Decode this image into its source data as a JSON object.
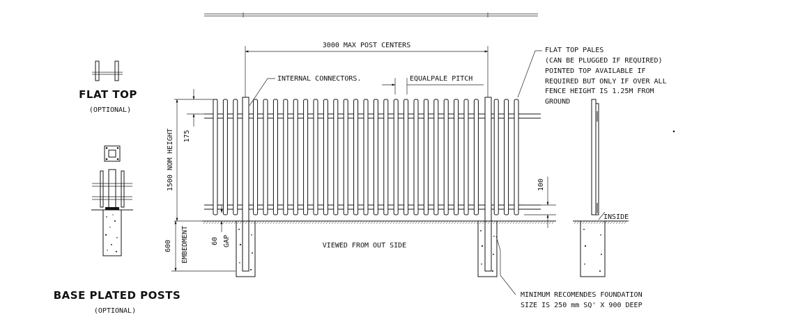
{
  "labels": {
    "flat_top": "FLAT TOP",
    "flat_top_optional": "(OPTIONAL)",
    "base_plated_posts": "BASE PLATED POSTS",
    "base_plated_optional": "(OPTIONAL)",
    "post_centers": "3000 MAX POST CENTERS",
    "internal_connectors": "INTERNAL CONNECTORS.",
    "equal_pale_pitch": "EQUALPALE PITCH",
    "flat_top_pales_note": [
      "FLAT TOP PALES",
      "(CAN BE PLUGGED IF REQUIRED)",
      "POINTED TOP AVAILABLE IF",
      "REQUIRED BUT ONLY IF OVER ALL",
      "FENCE HEIGHT IS 1.25M FROM",
      "GROUND"
    ],
    "nom_height": "1500 NOM HEIGHT",
    "dim_175": "175",
    "dim_100": "100",
    "dim_600": "600",
    "embedment": "EMBEDMENT",
    "dim_60": "60",
    "gap": "GAP",
    "viewed_from": "VIEWED FROM OUT SIDE",
    "inside": "INSIDE",
    "foundation_note": [
      "MINIMUM RECOMENDES FOUNDATION",
      "SIZE IS 250 mm SQ' X 900  DEEP"
    ]
  },
  "colors": {
    "line": "#111111",
    "background": "#ffffff"
  }
}
